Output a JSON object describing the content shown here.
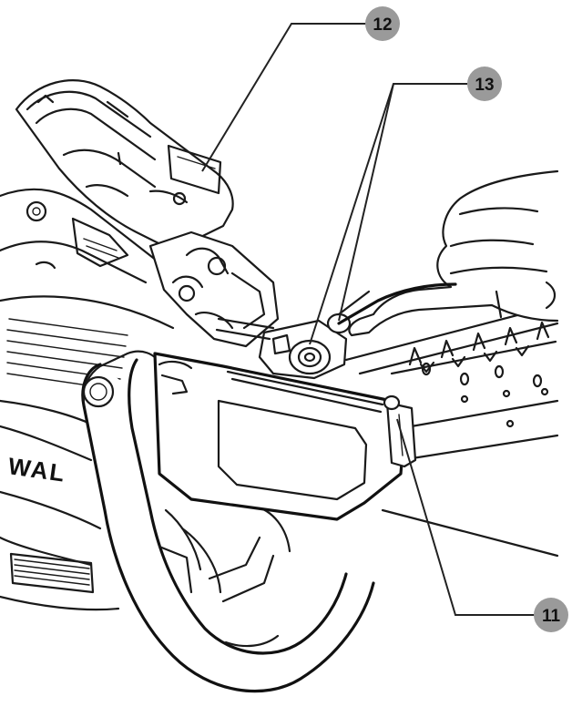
{
  "figure": {
    "callouts": [
      {
        "id": "callout-12",
        "label": "12"
      },
      {
        "id": "callout-13",
        "label": "13"
      },
      {
        "id": "callout-11",
        "label": "11"
      }
    ],
    "brand_text": "WAL"
  }
}
